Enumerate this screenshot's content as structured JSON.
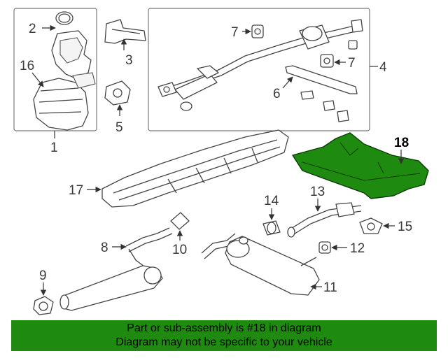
{
  "colors": {
    "highlight": "#1e8a10",
    "banner": "#1e8a10",
    "outline": "#444444"
  },
  "callouts": {
    "c1": "1",
    "c2": "2",
    "c3": "3",
    "c4": "4",
    "c5": "5",
    "c6": "6",
    "c7a": "7",
    "c7b": "7",
    "c8": "8",
    "c9": "9",
    "c10": "10",
    "c11": "11",
    "c12": "12",
    "c13": "13",
    "c14": "14",
    "c15": "15",
    "c16": "16",
    "c17": "17",
    "c18": "18"
  },
  "highlighted_part": "18",
  "banner": {
    "line1": "Part or sub-assembly is #18 in diagram",
    "line2": "Diagram may not be specific to your vehicle"
  }
}
